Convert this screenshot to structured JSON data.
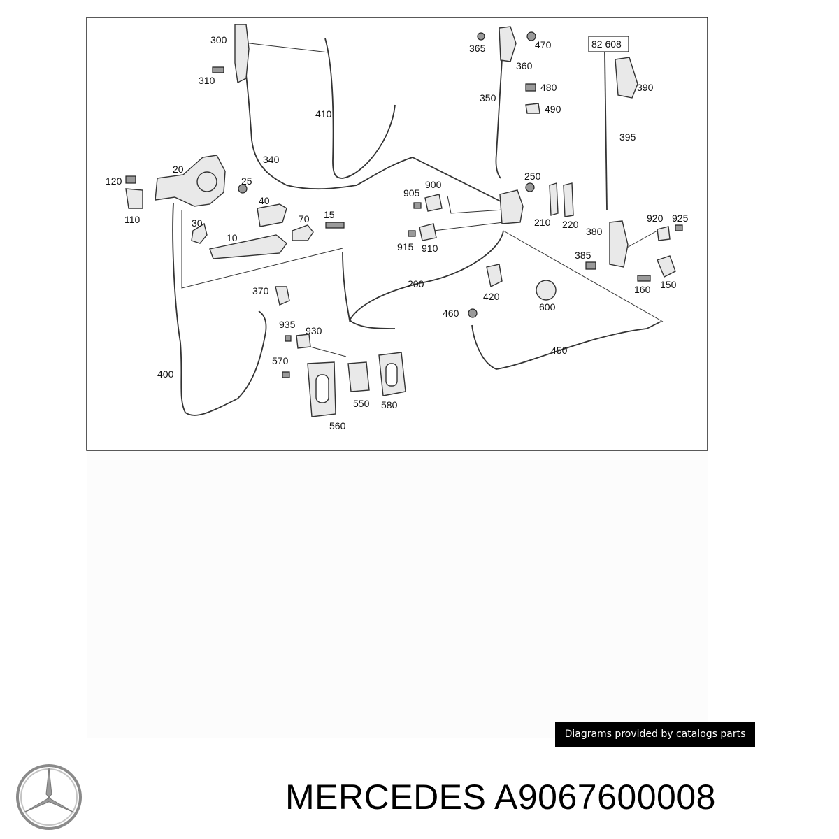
{
  "diagram": {
    "callouts": [
      "300",
      "310",
      "410",
      "340",
      "20",
      "25",
      "120",
      "110",
      "40",
      "70",
      "15",
      "30",
      "10",
      "365",
      "470",
      "360",
      "350",
      "480",
      "490",
      "82 608",
      "390",
      "395",
      "250",
      "905",
      "900",
      "210",
      "220",
      "915",
      "910",
      "920",
      "925",
      "380",
      "385",
      "160",
      "150",
      "370",
      "200",
      "420",
      "600",
      "460",
      "935",
      "930",
      "570",
      "550",
      "580",
      "560",
      "450",
      "400"
    ]
  },
  "caption": {
    "text": "Diagrams provided by catalogs parts"
  },
  "footer": {
    "brand": "MERCEDES",
    "part_number": "A9067600008"
  },
  "logo": {
    "icon": "mercedes-star-icon",
    "color": "#8a8a8a"
  }
}
